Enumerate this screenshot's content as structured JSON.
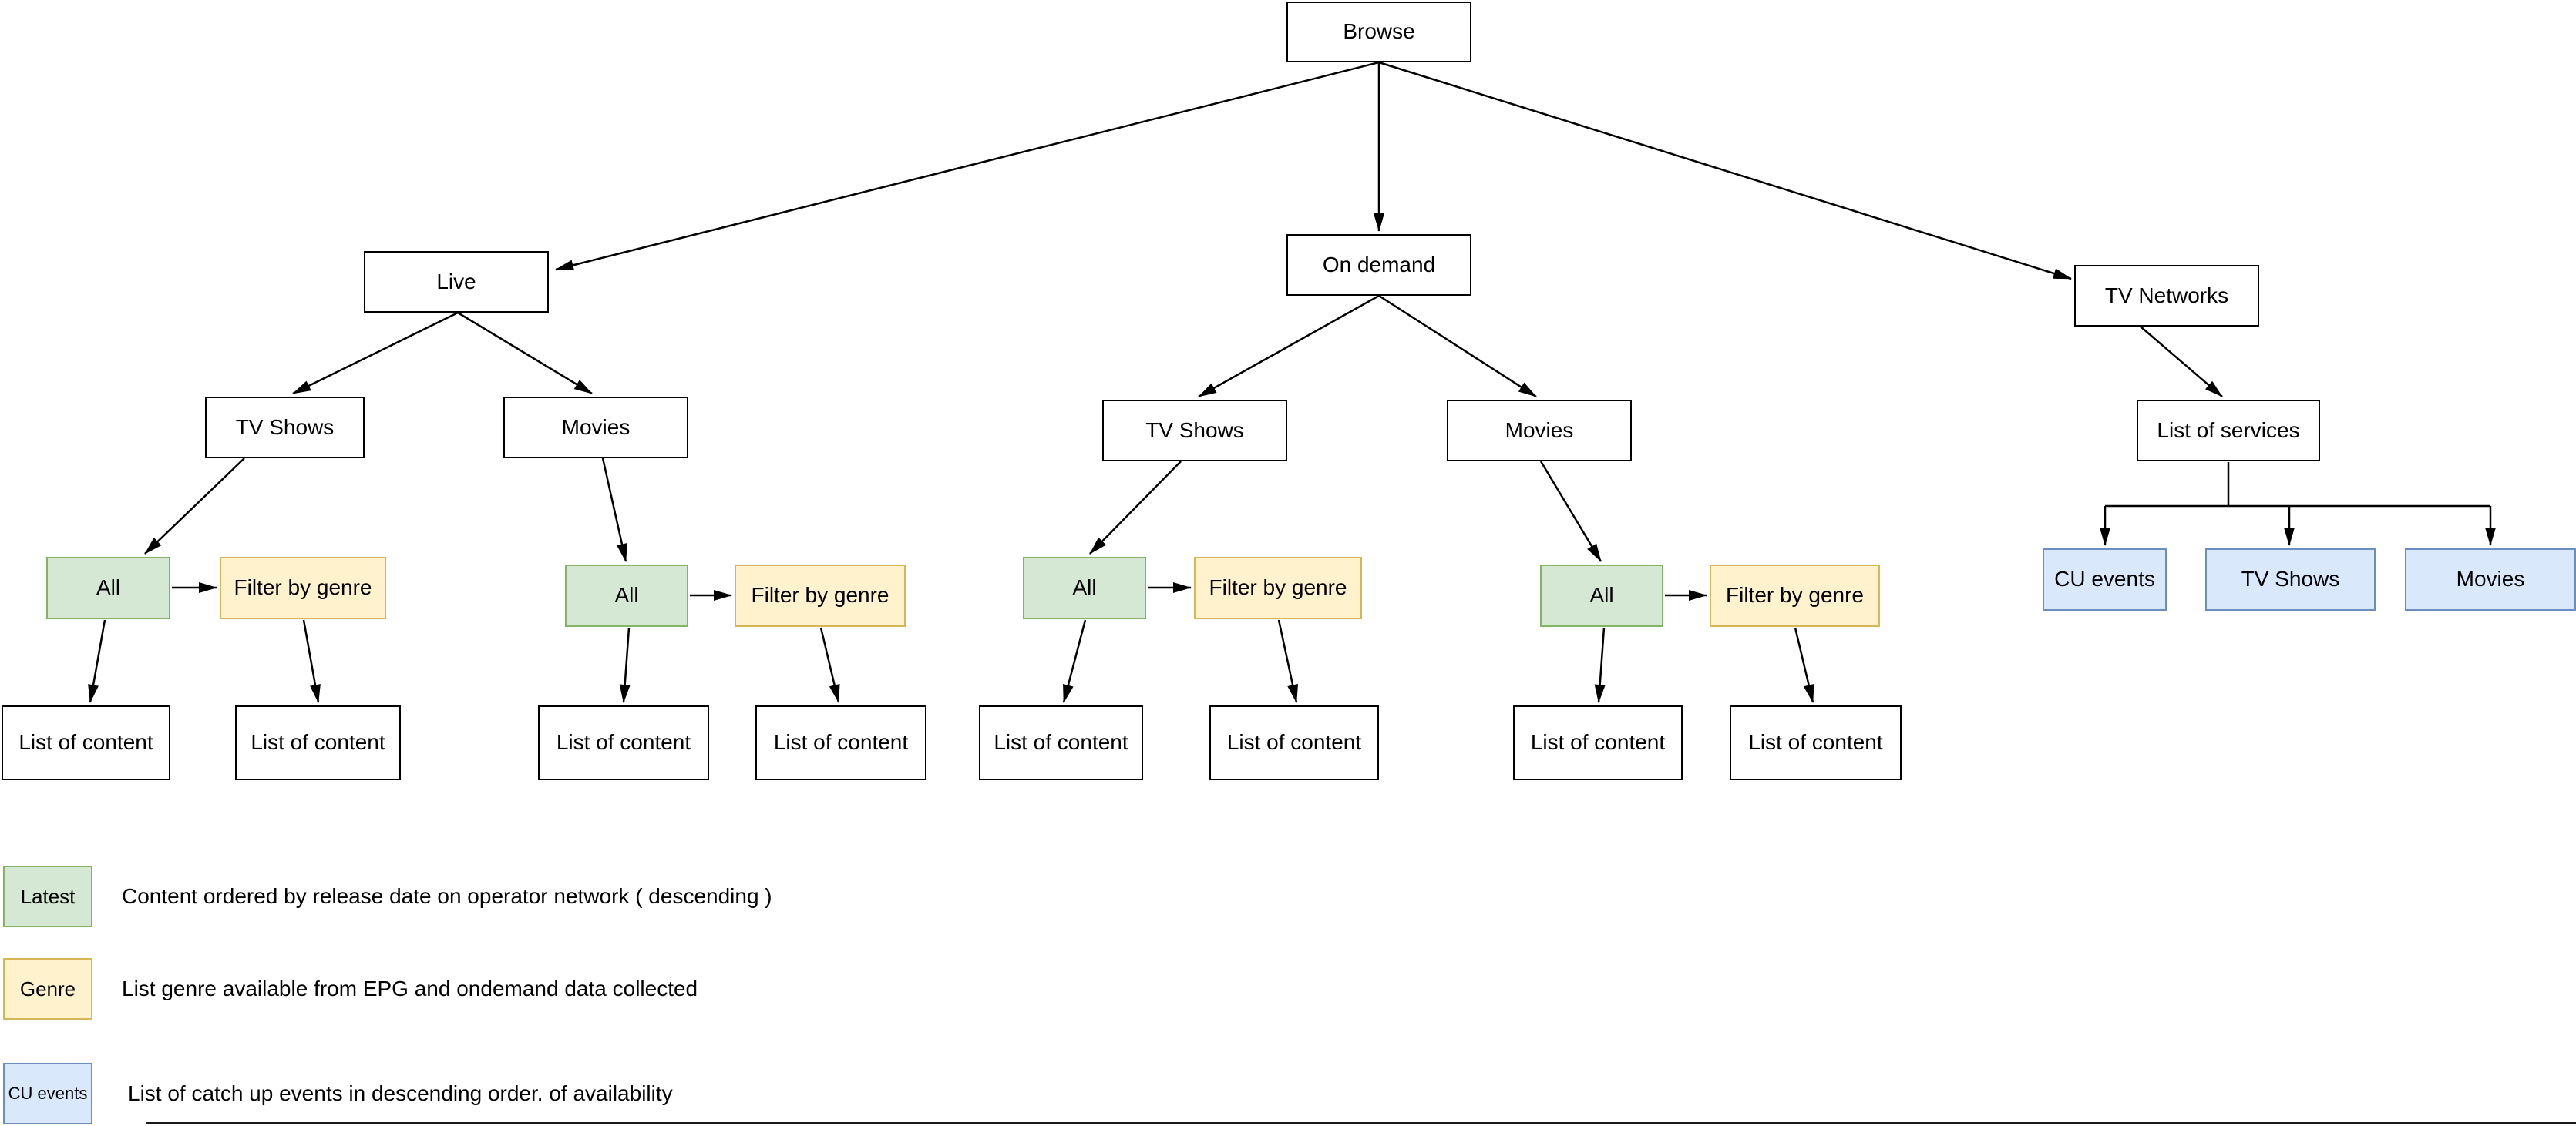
{
  "nodes": {
    "browse": "Browse",
    "live": "Live",
    "on_demand": "On demand",
    "tv_networks": "TV Networks",
    "tv_shows": "TV Shows",
    "movies": "Movies",
    "list_of_services": "List of services",
    "all": "All",
    "filter_by_genre": "Filter by genre",
    "list_of_content": "List of content",
    "cu_events": "CU events"
  },
  "legend": {
    "items": [
      {
        "swatch_label": "Latest",
        "swatch_fill": "#d5e8d4",
        "swatch_border": "#82b366",
        "description": "Content ordered by release date on operator network ( descending )"
      },
      {
        "swatch_label": "Genre",
        "swatch_fill": "#fff2cc",
        "swatch_border": "#d6b656",
        "description": "List genre available from EPG and ondemand data collected"
      },
      {
        "swatch_label": "CU events",
        "swatch_fill": "#dae8fc",
        "swatch_border": "#6c8ebf",
        "description": "List of catch up events in descending order. of availability"
      }
    ]
  },
  "colors": {
    "node_border": "#000000",
    "green_fill": "#d5e8d4",
    "green_border": "#82b366",
    "yellow_fill": "#fff2cc",
    "yellow_border": "#d6b656",
    "blue_fill": "#dae8fc",
    "blue_border": "#6c8ebf",
    "connector": "#000000",
    "background": "#ffffff"
  }
}
